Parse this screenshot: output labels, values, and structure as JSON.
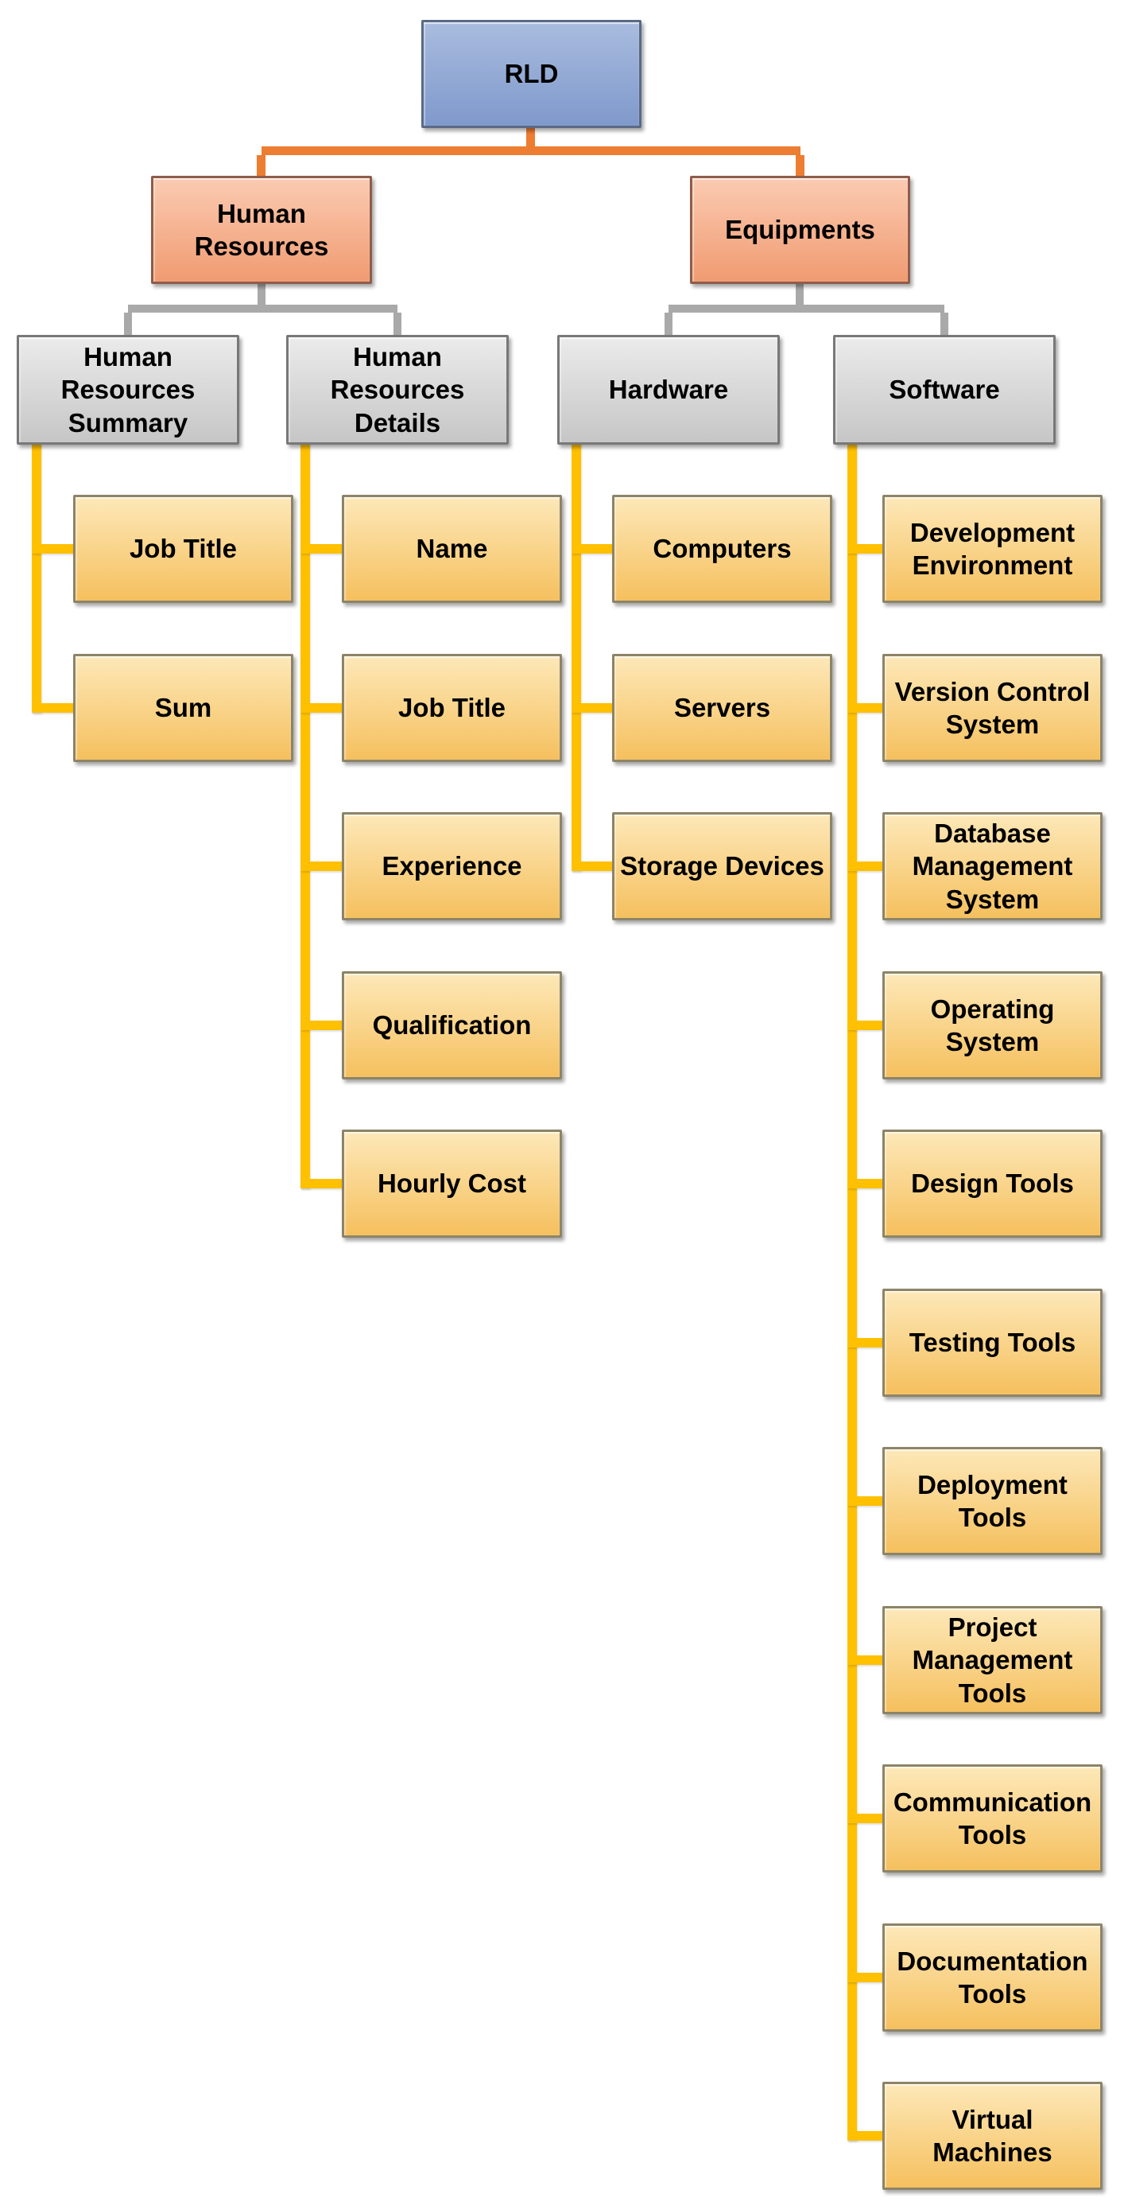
{
  "org_chart": {
    "root": {
      "label": "RLD"
    },
    "groups": [
      {
        "label": "Human\nResources"
      },
      {
        "label": "Equipments"
      }
    ],
    "branches": [
      {
        "label": "Human\nResources\nSummary",
        "children": [
          "Job Title",
          "Sum"
        ]
      },
      {
        "label": "Human\nResources\nDetails",
        "children": [
          "Name",
          "Job Title",
          "Experience",
          "Qualification",
          "Hourly Cost"
        ]
      },
      {
        "label": "Hardware",
        "children": [
          "Computers",
          "Servers",
          "Storage Devices"
        ]
      },
      {
        "label": "Software",
        "children": [
          "Development\nEnvironment",
          "Version Control\nSystem",
          "Database\nManagement\nSystem",
          "Operating\nSystem",
          "Design Tools",
          "Testing Tools",
          "Deployment\nTools",
          "Project\nManagement\nTools",
          "Communication\nTools",
          "Documentation\nTools",
          "Virtual\nMachines"
        ]
      }
    ],
    "colors": {
      "connector_orange": "#ed7d31",
      "connector_gray": "#a9a9a9",
      "connector_yellow": "#ffc000",
      "root_fill_top": "#a9bcdf",
      "root_fill_bottom": "#7f99cb",
      "root_border": "#5a6985",
      "group_fill_top": "#fbcbb2",
      "group_fill_bottom": "#f09b71",
      "group_border": "#8f5c4a",
      "branch_fill_top": "#ebebeb",
      "branch_fill_bottom": "#c6c6c6",
      "branch_border": "#787878",
      "leaf_fill_top": "#fde8b8",
      "leaf_fill_bottom": "#f5c05e",
      "leaf_border": "#8d8468"
    }
  }
}
